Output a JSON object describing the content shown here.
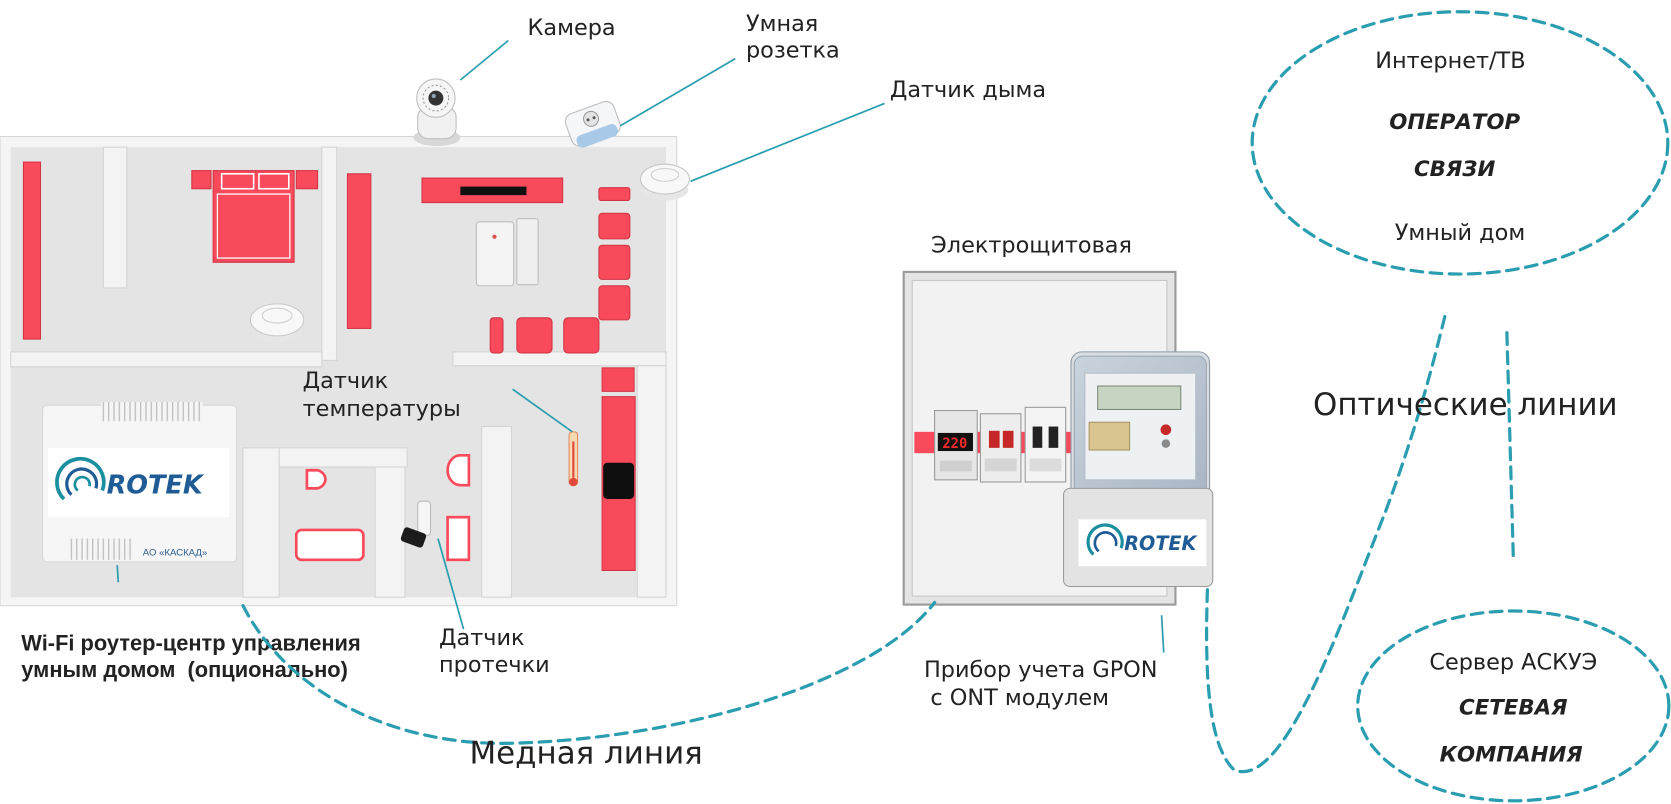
{
  "labels": {
    "camera": "Камера",
    "smart_socket": [
      "Умная",
      "розетка"
    ],
    "smoke_sensor": "Датчик дыма",
    "temp_sensor": [
      "Датчик",
      "температуры"
    ],
    "leak_sensor": [
      "Датчик",
      "протечки"
    ],
    "router": [
      "Wi-Fi роутер-центр управления",
      "умным домом  (опционально)"
    ],
    "switchboard": "Электрощитовая",
    "meter": [
      "Прибор учета GPON",
      "с ONT модулем"
    ],
    "optical_lines": "Оптические линии",
    "copper_line": "Медная линия"
  },
  "operator": {
    "internet": "Интернет/ТВ",
    "name_line1": "ОПЕРАТОР",
    "name_line2": "СВЯЗИ",
    "smart_home": "Умный дом"
  },
  "grid_company": {
    "server": "Сервер АСКУЭ",
    "name_line1": "СЕТЕВАЯ",
    "name_line2": "КОМПАНИЯ"
  },
  "logos": {
    "brand": "ROTEK",
    "router_maker": "АО «КАСКАД»"
  },
  "devices": {
    "relay_display": "220"
  },
  "icons": [
    "camera-icon",
    "smart-socket-icon",
    "smoke-detector-icon",
    "thermometer-icon",
    "leak-sensor-icon",
    "door-sensor-icon",
    "router-icon",
    "electric-meter-icon"
  ],
  "colors": {
    "accent_dashed": "#2a9db0",
    "furniture": "#f94a5b",
    "text": "#222222"
  }
}
